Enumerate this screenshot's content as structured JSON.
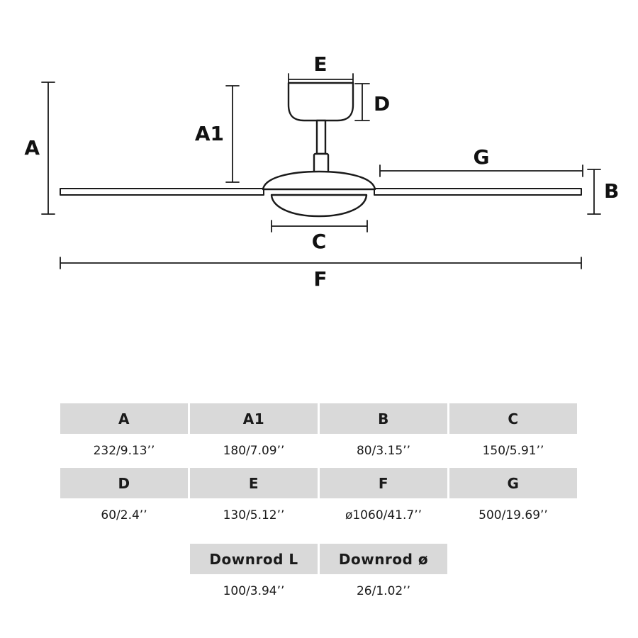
{
  "diagram": {
    "labels": {
      "A": "A",
      "A1": "A1",
      "B": "B",
      "C": "C",
      "D": "D",
      "E": "E",
      "F": "F",
      "G": "G"
    }
  },
  "table": {
    "headers_row1": [
      "A",
      "A1",
      "B",
      "C"
    ],
    "values_row1": [
      "232/9.13’’",
      "180/7.09’’",
      "80/3.15’’",
      "150/5.91’’"
    ],
    "headers_row2": [
      "D",
      "E",
      "F",
      "G"
    ],
    "values_row2": [
      "60/2.4’’",
      "130/5.12’’",
      "ø1060/41.7’’",
      "500/19.69’’"
    ],
    "headers_row3": [
      "Downrod L",
      "Downrod ø"
    ],
    "values_row3": [
      "100/3.94’’",
      "26/1.02’’"
    ]
  }
}
